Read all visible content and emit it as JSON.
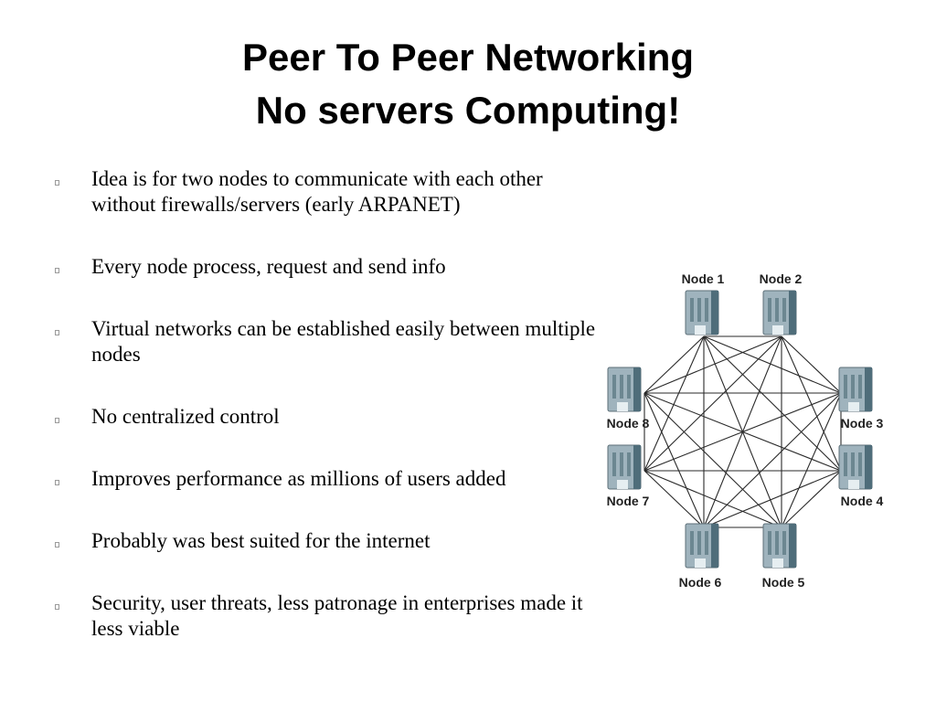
{
  "slide": {
    "title_line1": "Peer To Peer Networking",
    "title_line2": "No servers Computing!",
    "bullets": [
      "Idea is for two nodes to communicate with each other without firewalls/servers  (early ARPANET)",
      "Every node process, request and send info",
      "Virtual networks can be established easily between multiple nodes",
      "No centralized control",
      "Improves performance as millions of users added",
      "Probably was best suited for the internet",
      "Security, user threats, less patronage in enterprises made it less viable"
    ]
  },
  "diagram": {
    "nodes": [
      {
        "label": "Node 1"
      },
      {
        "label": "Node 2"
      },
      {
        "label": "Node 3"
      },
      {
        "label": "Node 4"
      },
      {
        "label": "Node 5"
      },
      {
        "label": "Node 6"
      },
      {
        "label": "Node 7"
      },
      {
        "label": "Node 8"
      }
    ],
    "topology": "full-mesh",
    "colors": {
      "line": "#2a2a2a",
      "server_body": "#9fb3bd",
      "server_dark": "#4f6d7a"
    }
  }
}
